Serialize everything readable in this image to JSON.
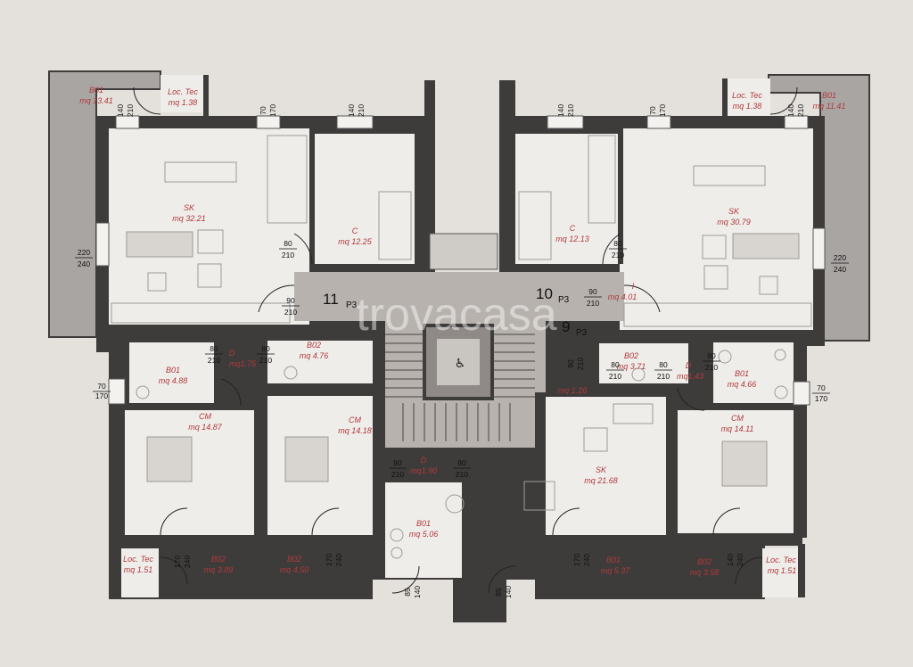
{
  "units": [
    {
      "number": "11",
      "sub": "P3"
    },
    {
      "number": "10",
      "sub": "P3"
    },
    {
      "number": "9",
      "sub": "P3"
    }
  ],
  "rooms": [
    {
      "name": "B01",
      "area": "mq 13.41"
    },
    {
      "name": "Loc. Tec",
      "area": "mq 1.38"
    },
    {
      "name": "SK",
      "area": "mq 32.21"
    },
    {
      "name": "C",
      "area": "mq 12.25"
    },
    {
      "name": "D",
      "area": "mq1.75"
    },
    {
      "name": "B02",
      "area": "mq 4.76"
    },
    {
      "name": "B01",
      "area": "mq 4.88"
    },
    {
      "name": "CM",
      "area": "mq 14.87"
    },
    {
      "name": "CM",
      "area": "mq 14.18"
    },
    {
      "name": "D",
      "area": "mq1.90"
    },
    {
      "name": "B01",
      "area": "mq 5.06"
    },
    {
      "name": "Loc. Tec",
      "area": "mq 1.51"
    },
    {
      "name": "B02",
      "area": "mq 3.89"
    },
    {
      "name": "B02",
      "area": "mq 4.50"
    },
    {
      "name": "C",
      "area": "mq 12.13"
    },
    {
      "name": "Loc. Tec",
      "area": "mq 1.38"
    },
    {
      "name": "B01",
      "area": "mq 11.41"
    },
    {
      "name": "SK",
      "area": "mq 30.79"
    },
    {
      "name": "I",
      "area": "mq 4.01"
    },
    {
      "name": "B02",
      "area": "mq 3.71"
    },
    {
      "name": "D",
      "area": "mq1.43"
    },
    {
      "name": "B01",
      "area": "mq 4.66"
    },
    {
      "name": "CM",
      "area": "mq 14.11"
    },
    {
      "name": "SK",
      "area": "mq 21.68"
    },
    {
      "name": "B01",
      "area": "mq 5.37"
    },
    {
      "name": "B02",
      "area": "mq 3.58"
    },
    {
      "name": "Loc. Tec",
      "area": "mq 1.51"
    },
    {
      "name": "",
      "area": "mq 1.26"
    }
  ],
  "dims": [
    {
      "top": "70",
      "bottom": "170"
    },
    {
      "top": "140",
      "bottom": "210"
    },
    {
      "top": "220",
      "bottom": "240"
    },
    {
      "top": "80",
      "bottom": "210"
    },
    {
      "top": "90",
      "bottom": "210"
    },
    {
      "top": "80",
      "bottom": "210"
    },
    {
      "top": "70",
      "bottom": "170"
    },
    {
      "top": "80",
      "bottom": "210"
    },
    {
      "top": "80",
      "bottom": "210"
    },
    {
      "top": "80",
      "bottom": "210"
    },
    {
      "top": "170",
      "bottom": "240"
    },
    {
      "top": "170",
      "bottom": "240"
    },
    {
      "top": "85",
      "bottom": "140"
    },
    {
      "top": "85",
      "bottom": "140"
    },
    {
      "top": "140",
      "bottom": "210"
    },
    {
      "top": "140",
      "bottom": "210"
    },
    {
      "top": "70",
      "bottom": "170"
    },
    {
      "top": "220",
      "bottom": "240"
    },
    {
      "top": "80",
      "bottom": "210"
    },
    {
      "top": "90",
      "bottom": "210"
    },
    {
      "top": "90",
      "bottom": "210"
    },
    {
      "top": "80",
      "bottom": "210"
    },
    {
      "top": "80",
      "bottom": "210"
    },
    {
      "top": "80",
      "bottom": "210"
    },
    {
      "top": "70",
      "bottom": "170"
    },
    {
      "top": "170",
      "bottom": "240"
    },
    {
      "top": "140",
      "bottom": "210"
    },
    {
      "top": "140",
      "bottom": "240"
    }
  ],
  "watermark": "trovacasa"
}
